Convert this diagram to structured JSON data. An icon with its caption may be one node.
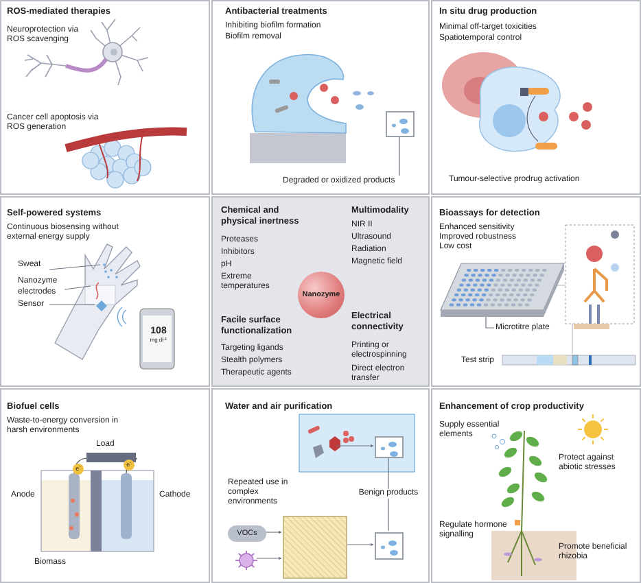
{
  "diagram": {
    "nodes": [
      {
        "text": [
          "ROS-mediated therapies",
          "Neuroprotection via ROS scavenging",
          "Cancer cell apoptosis via ROS generation"
        ]
      },
      {
        "text": [
          "Antibacterial treatments",
          "Inhibiting biofilm formation",
          "Biofilm removal"
        ]
      },
      {
        "text": [
          "In situ drug production",
          "Minimal off-target toxicities",
          "Spatiotemporal control",
          "Tumour-selective prodrug activation"
        ]
      },
      {
        "text": [
          "Self-powered systems",
          "Continuous biosensing without external energy supply"
        ]
      },
      {
        "text": [
          "Chemical and physical inertness",
          "Proteases",
          "Inhibitors",
          "pH",
          "Extreme temperatures",
          "Facile surface functionalization",
          "Targeting ligands",
          "Stealth polymers",
          "Therapeutic agents",
          "Multimodality",
          "NIR II",
          "Ultrasound",
          "Radiation",
          "Magnetic field",
          "Electrical connectivity",
          "Printing or electrospinning",
          "Direct electron transfer"
        ]
      },
      {
        "text": [
          "Bioassays for detection",
          "Enhanced sensitivity",
          "Improved robustness",
          "Low cost"
        ]
      },
      {
        "text": [
          "Biofuel cells",
          "Waste-to-energy conversion in harsh environments"
        ]
      },
      {
        "text": [
          "Water and air purification",
          "Repeated use in complex environments"
        ]
      },
      {
        "text": [
          "Enhancement of crop productivity",
          "Supply essential elements",
          "Protect against abiotic stresses",
          "Regulate hormone signalling",
          "Promote beneficial rhizobia"
        ]
      },
      {
        "text": [
          "Nanozyme"
        ],
        "in": 4
      },
      {
        "text": [
          "Sweat"
        ],
        "in": 3
      },
      {
        "text": [
          "Nanozyme electrodes"
        ],
        "in": 3
      },
      {
        "text": [
          "Sensor"
        ],
        "in": 3
      },
      {
        "text": [],
        "shape": "box",
        "in": 1
      },
      {
        "text": [
          "Degraded or oxidized products"
        ],
        "in": 1
      },
      {
        "text": [],
        "shape": "box",
        "in": 7
      },
      {
        "text": [],
        "shape": "box",
        "in": 7
      },
      {
        "text": [
          "VOCs"
        ],
        "in": 7
      },
      {
        "text": [],
        "shape": "picture",
        "in": 7
      },
      {
        "text": [],
        "shape": "box",
        "in": 7
      },
      {
        "text": [
          "Microtitre plate"
        ],
        "in": 5
      },
      {
        "text": [],
        "shape": "picture",
        "in": 3
      },
      {
        "text": [],
        "shape": "picture",
        "in": 3
      },
      {
        "text": [],
        "shape": "diamond",
        "in": 3
      },
      {
        "text": [],
        "shape": "picture",
        "in": 5
      }
    ],
    "edges": [
      {
        "from": 10,
        "to": 21,
        "arrow": "none"
      },
      {
        "from": 11,
        "to": 22,
        "arrow": "none"
      },
      {
        "from": 12,
        "to": 23,
        "arrow": "none"
      },
      {
        "from": 14,
        "to": 13,
        "arrow": "none"
      },
      {
        "from": 20,
        "to": 24,
        "arrow": "none"
      },
      {
        "from": null,
        "to": 15,
        "arrow": "to"
      },
      {
        "from": 17,
        "to": 19,
        "arrow": "to"
      },
      {
        "from": 18,
        "to": 19,
        "arrow": "to"
      },
      {
        "from": 19,
        "to": 16,
        "arrow": "to"
      },
      {
        "from": 15,
        "to": 16,
        "arrow": "none",
        "label": "Benign products"
      }
    ],
    "labels": [
      "108",
      "mg dl$^{-1}$",
      "Test strip",
      "Load",
      "e$^{-}$",
      "e$^{-}$",
      "Anode",
      "Cathode",
      "Biomass"
    ]
  }
}
